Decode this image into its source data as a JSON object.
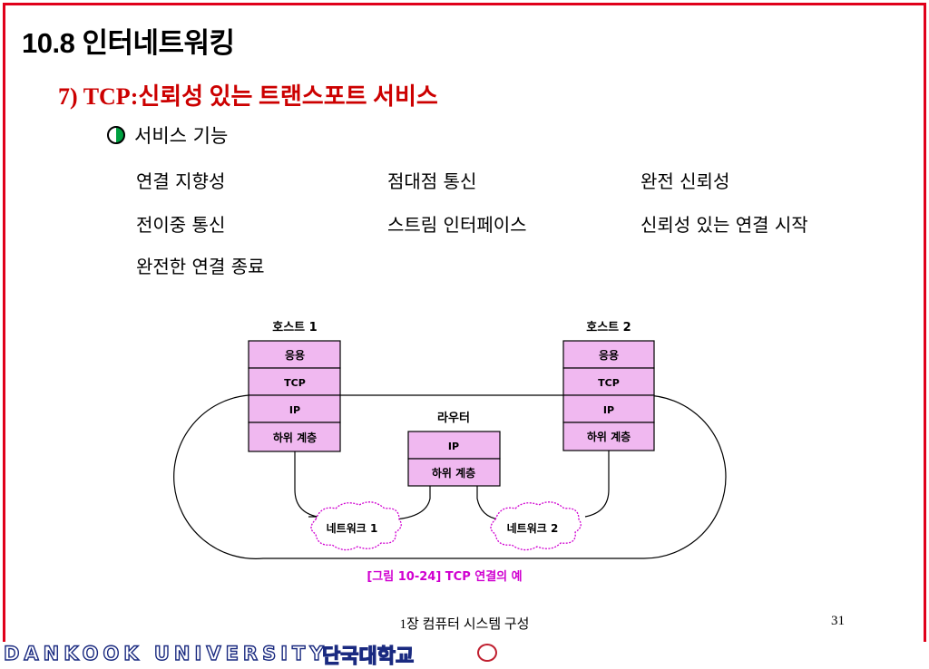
{
  "slide": {
    "title": "10.8 인터네트워킹",
    "subtitle": "7) TCP:신뢰성 있는 트랜스포트 서비스",
    "bullet": "서비스 기능",
    "features": [
      [
        "연결 지향성",
        "점대점 통신",
        "완전 신뢰성"
      ],
      [
        "전이중 통신",
        "스트림 인터페이스",
        "신뢰성 있는 연결 시작"
      ],
      [
        "완전한 연결 종료"
      ]
    ],
    "footer": "1장 컴퓨터 시스템 구성",
    "page": "31"
  },
  "diagram": {
    "host1_label": "호스트 1",
    "host2_label": "호스트 2",
    "router_label": "라우터",
    "layers": {
      "app": "응용",
      "tcp": "TCP",
      "ip": "IP",
      "lower": "하위 계층"
    },
    "network1": "네트워크 1",
    "network2": "네트워크 2",
    "caption": "[그림 10-24]  TCP 연결의 예",
    "colors": {
      "box_fill": "#f0b8f0",
      "caption": "#d000d0"
    }
  },
  "brand": {
    "logo_en": "DANKOOK UNIVERSITY",
    "logo_kr": "단국대학교"
  }
}
